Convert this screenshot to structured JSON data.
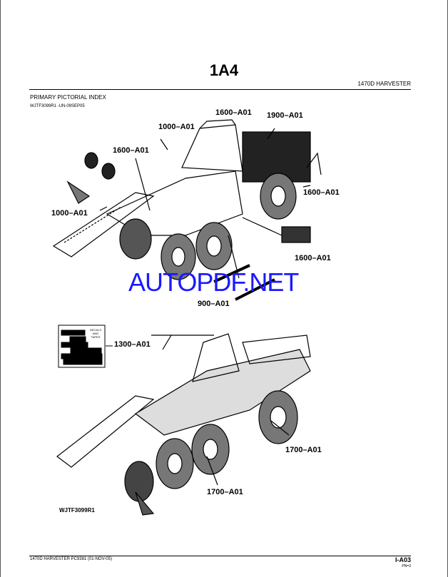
{
  "header": {
    "section_code": "1A4",
    "product": "1470D HARVESTER"
  },
  "section": {
    "title": "PRIMARY PICTORIAL INDEX",
    "reference": "WJTF3099R1     -UN-09SEP05"
  },
  "callouts": {
    "top": [
      "1600–A01",
      "1900–A01",
      "1000–A01",
      "1600–A01",
      "1000–A01",
      "1600–A01",
      "1600–A01",
      "900–A01"
    ],
    "bottom": [
      "1300–A01",
      "1700–A01",
      "1700–A01"
    ]
  },
  "decal_box": {
    "text": "DECALS AND TAPES"
  },
  "figure_id": "WJTF3099R1",
  "watermark": "AUTOPDF.NET",
  "footer": {
    "left": "1470D HARVESTER   PC9381     (01-NOV-05)",
    "page": "I-A03",
    "pn": "PN=3"
  }
}
